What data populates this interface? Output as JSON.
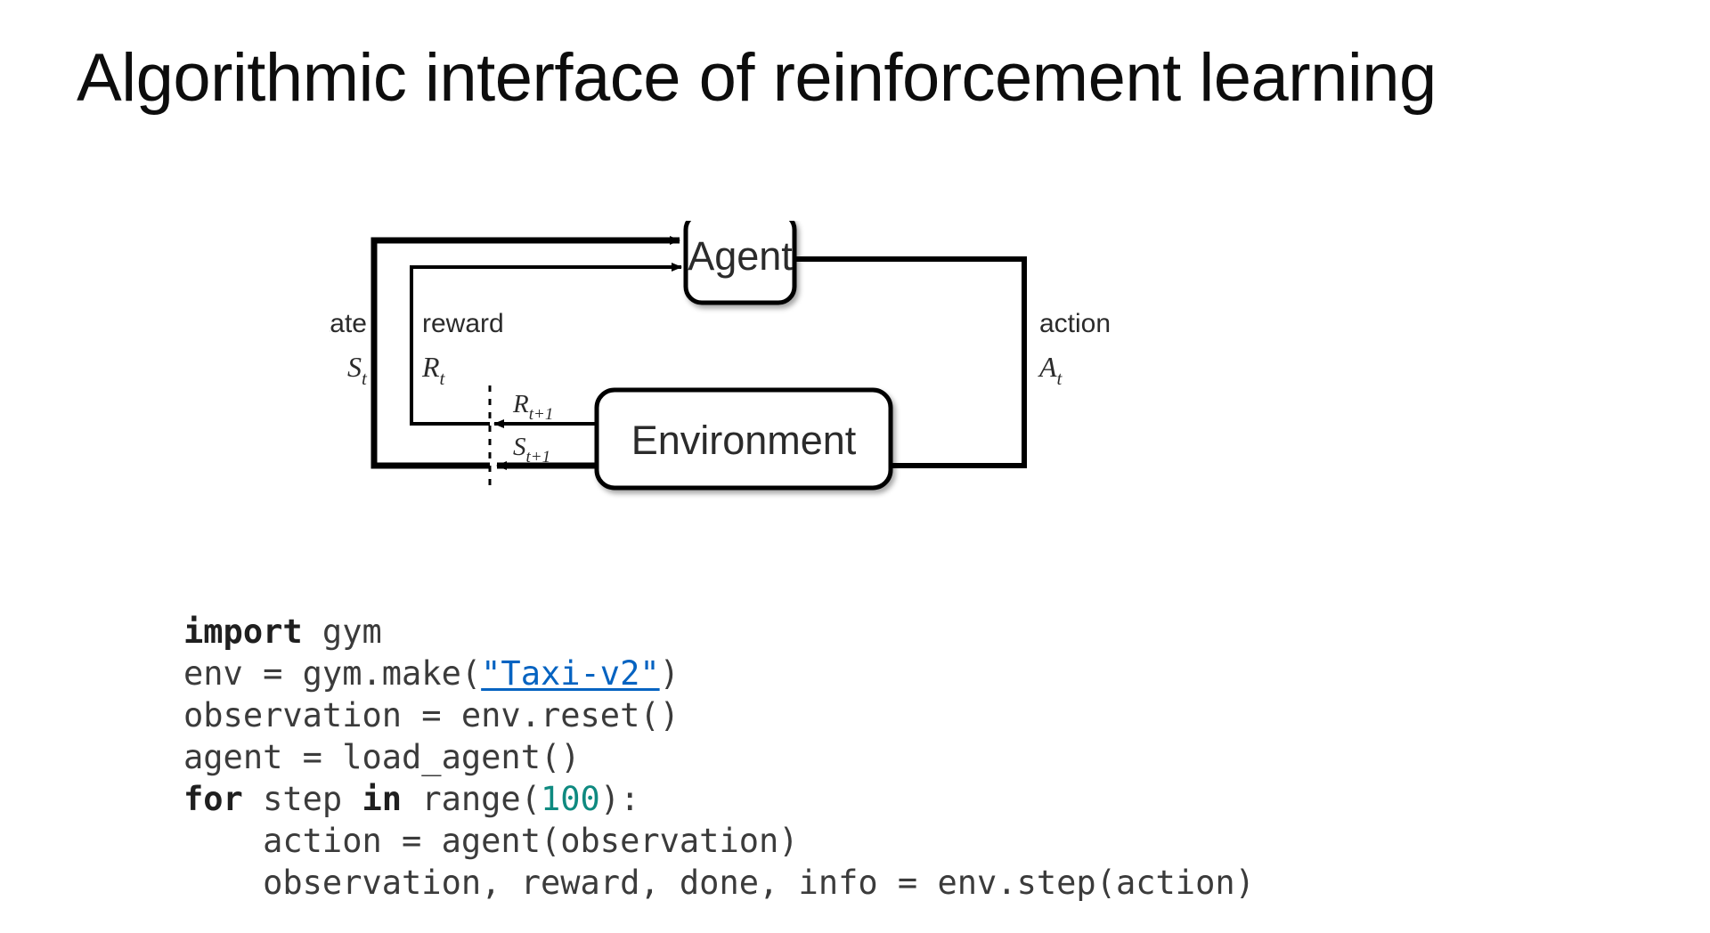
{
  "slide": {
    "title": "Algorithmic interface of reinforcement learning",
    "background_color": "#ffffff",
    "text_color": "#0d0d0d"
  },
  "diagram": {
    "name": "agent-environment-interaction-loop",
    "nodes": [
      {
        "id": "agent",
        "label": "Agent"
      },
      {
        "id": "environment",
        "label": "Environment"
      }
    ],
    "edge_labels": {
      "state_word": "state",
      "state_symbol": "S",
      "state_subscript": "t",
      "reward_word": "reward",
      "reward_symbol": "R",
      "reward_subscript": "t",
      "action_word": "action",
      "action_symbol": "A",
      "action_subscript": "t",
      "next_reward_symbol": "R",
      "next_reward_subscript": "t+1",
      "next_state_symbol": "S",
      "next_state_subscript": "t+1"
    },
    "stroke_color": "#000000"
  },
  "code": {
    "language": "python",
    "link_color": "#0563c1",
    "number_color": "#0f8a80",
    "keyword_color": "#1f1f1f",
    "text_color": "#3b3b3b",
    "lines": [
      {
        "id": "l1",
        "parts": [
          {
            "t": "import",
            "s": "kw"
          },
          {
            "t": " gym",
            "s": ""
          }
        ]
      },
      {
        "id": "l2",
        "parts": [
          {
            "t": "env = gym.make(",
            "s": ""
          },
          {
            "t": "\"Taxi-v2\"",
            "s": "link"
          },
          {
            "t": ")",
            "s": ""
          }
        ]
      },
      {
        "id": "l3",
        "parts": [
          {
            "t": "observation = env.reset()",
            "s": ""
          }
        ]
      },
      {
        "id": "l4",
        "parts": [
          {
            "t": "agent = load_agent()",
            "s": ""
          }
        ]
      },
      {
        "id": "l5",
        "parts": [
          {
            "t": "for",
            "s": "kw"
          },
          {
            "t": " step ",
            "s": ""
          },
          {
            "t": "in",
            "s": "kw"
          },
          {
            "t": " range(",
            "s": ""
          },
          {
            "t": "100",
            "s": "num"
          },
          {
            "t": "):",
            "s": ""
          }
        ]
      },
      {
        "id": "l6",
        "parts": [
          {
            "t": "    action = agent(observation)",
            "s": ""
          }
        ]
      },
      {
        "id": "l7",
        "parts": [
          {
            "t": "    observation, reward, done, info = env.step(action)",
            "s": ""
          }
        ]
      }
    ]
  }
}
